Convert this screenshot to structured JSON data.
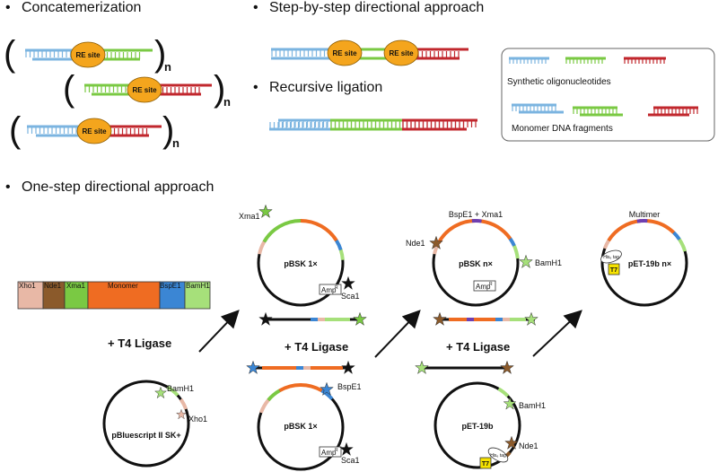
{
  "headers": {
    "concat": "Concatemerization",
    "stepwise": "Step-by-step directional approach",
    "recursive": "Recursive ligation",
    "onestep": "One-step directional approach"
  },
  "bullet": "•",
  "re_site": "RE site",
  "subscript_n": "n",
  "legend": {
    "oligos": "Synthetic oligonucleotides",
    "fragments": "Monomer DNA fragments"
  },
  "construct": {
    "segments": [
      "Xho1",
      "Nde1",
      "Xma1",
      "Monomer",
      "BspE1",
      "BamH1"
    ]
  },
  "t4_ligase": "+ T4 Ligase",
  "plasmids": {
    "bluescript": {
      "name": "pBluescript II SK+",
      "site1": "BamH1",
      "site2": "Xho1"
    },
    "pbsk1_top": {
      "name": "pBSK  1×",
      "site1": "Xma1",
      "amp": "Amp",
      "amp_sup": "R",
      "site2": "Sca1"
    },
    "pbsk1_bot": {
      "name": "pBSK  1×",
      "site1": "BspE1",
      "amp": "Amp",
      "amp_sup": "R",
      "site2": "Sca1"
    },
    "pbskn": {
      "name": "pBSK  n×",
      "top": "BspE1 + Xma1",
      "site1": "Nde1",
      "site2": "BamH1",
      "amp": "Amp",
      "amp_sup": "R"
    },
    "pet19b": {
      "name": "pET-19b",
      "site1": "BamH1",
      "site2": "Nde1",
      "tag": "His₆ tag",
      "t7": "T7"
    },
    "pet19bn": {
      "name": "pET-19b  n×",
      "top": "Multimer",
      "tag": "His₆ tag",
      "t7": "T7"
    }
  },
  "colors": {
    "blue": "#7bb4e0",
    "green": "#7ac943",
    "red": "#c1272d",
    "orange_site": "#f4a51d",
    "xho": "#e8b8a6",
    "nde": "#8b5a2b",
    "xma": "#7ac943",
    "monomer": "#ef6c22",
    "bspe": "#3b86d4",
    "bamh": "#a6e07a",
    "purple": "#6f3fb0"
  }
}
